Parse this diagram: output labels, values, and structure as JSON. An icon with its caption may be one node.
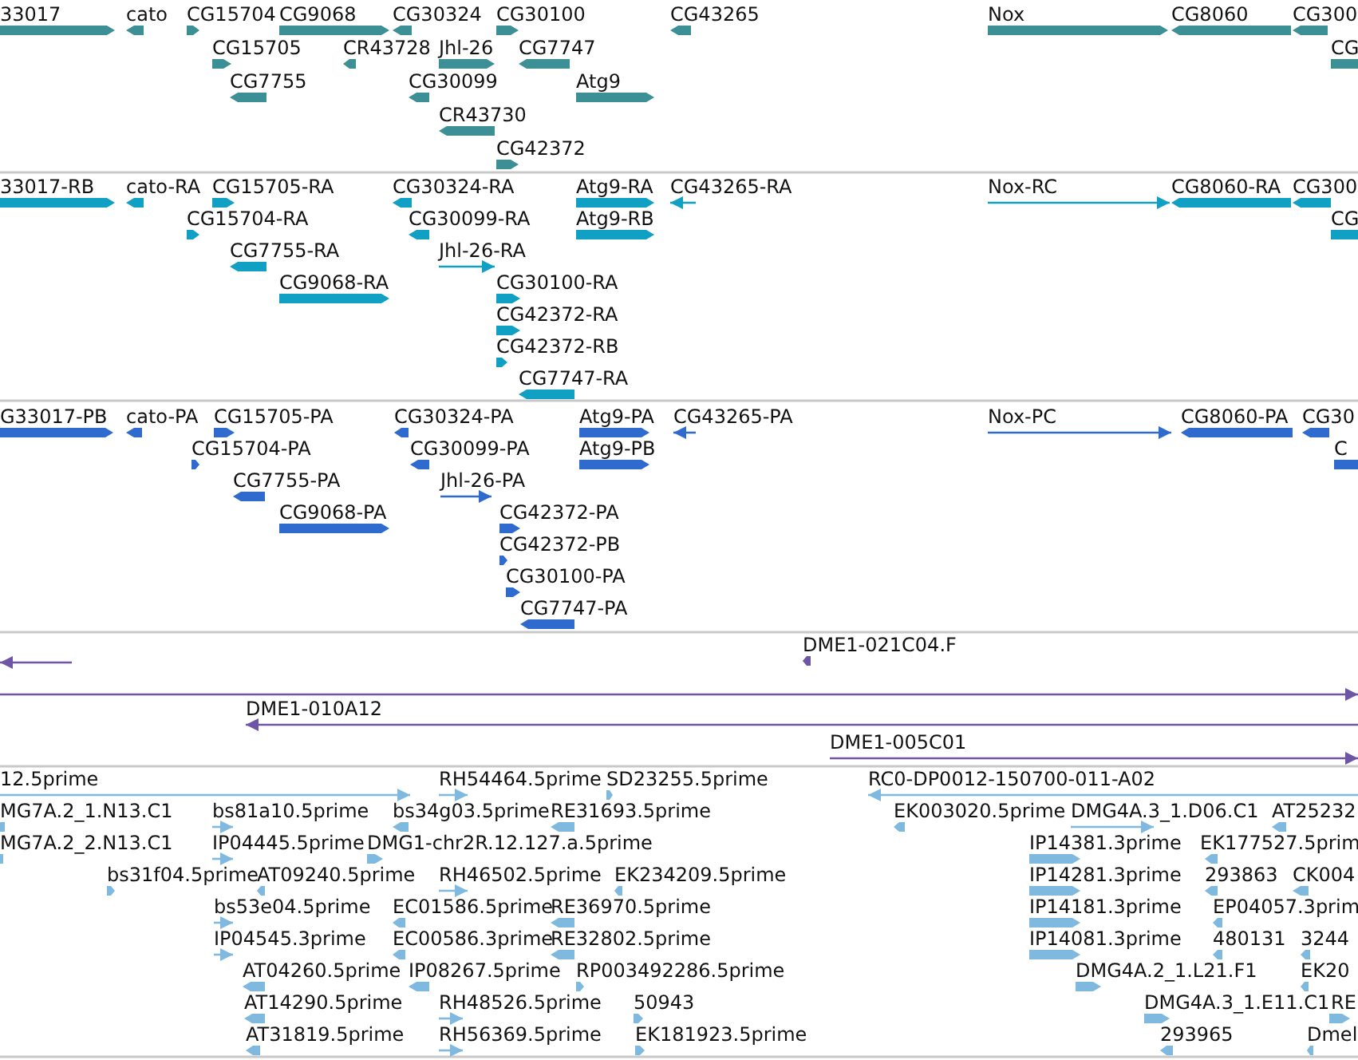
{
  "diagram": {
    "labels": [
      "33017",
      "cato",
      "CG15704",
      "CG9068",
      "CG30324",
      "CG30100",
      "CG43265",
      "Nox",
      "CG8060",
      "CG300",
      "CG15705",
      "CR43728",
      "Jhl-26",
      "CG7747",
      "CG",
      "CG7755",
      "CG30099",
      "Atg9",
      "CR43730",
      "CG42372",
      "33017-RB",
      "cato-RA",
      "CG15705-RA",
      "CG30324-RA",
      "Atg9-RA",
      "CG43265-RA",
      "Nox-RC",
      "CG8060-RA",
      "CG300",
      "CG15704-RA",
      "CG30099-RA",
      "Atg9-RB",
      "CG",
      "CG7755-RA",
      "Jhl-26-RA",
      "CG9068-RA",
      "CG30100-RA",
      "CG42372-RA",
      "CG42372-RB",
      "CG7747-RA",
      "G33017-PB",
      "cato-PA",
      "CG15705-PA",
      "CG30324-PA",
      "Atg9-PA",
      "CG43265-PA",
      "Nox-PC",
      "CG8060-PA",
      "CG30",
      "CG15704-PA",
      "CG30099-PA",
      "Atg9-PB",
      "C",
      "CG7755-PA",
      "Jhl-26-PA",
      "CG9068-PA",
      "CG42372-PA",
      "CG42372-PB",
      "CG30100-PA",
      "CG7747-PA",
      "DME1-021C04.F",
      "DME1-010A12",
      "DME1-005C01",
      "12.5prime",
      "RH54464.5prime",
      "SD23255.5prime",
      "RC0-DP0012-150700-011-A02",
      "MG7A.2_1.N13.C1",
      "bs81a10.5prime",
      "bs34g03.5prime",
      "RE31693.5prime",
      "EK003020.5prime",
      "DMG4A.3_1.D06.C1",
      "AT25232",
      "MG7A.2_2.N13.C1",
      "IP04445.5prime",
      "DMG1-chr2R.12.127.a.5prime",
      "IP14381.3prime",
      "EK177527.5prim",
      "bs31f04.5prime",
      "AT09240.5prime",
      "RH46502.5prime",
      "EK234209.5prime",
      "IP14281.3prime",
      "293863",
      "CK004",
      "bs53e04.5prime",
      "EC01586.5prime",
      "RE36970.5prime",
      "IP14181.3prime",
      "EP04057.3prim",
      "IP04545.3prime",
      "EC00586.3prime",
      "RE32802.5prime",
      "IP14081.3prime",
      "480131",
      "3244",
      "AT04260.5prime",
      "IP08267.5prime",
      "RP003492286.5prime",
      "DMG4A.2_1.L21.F1",
      "EK20",
      "AT14290.5prime",
      "RH48526.5prime",
      "50943",
      "DMG4A.3_1.E11.C1",
      "RE",
      "AT31819.5prime",
      "RH56369.5prime",
      "EK181923.5prime",
      "293965",
      "Dmel"
    ]
  }
}
